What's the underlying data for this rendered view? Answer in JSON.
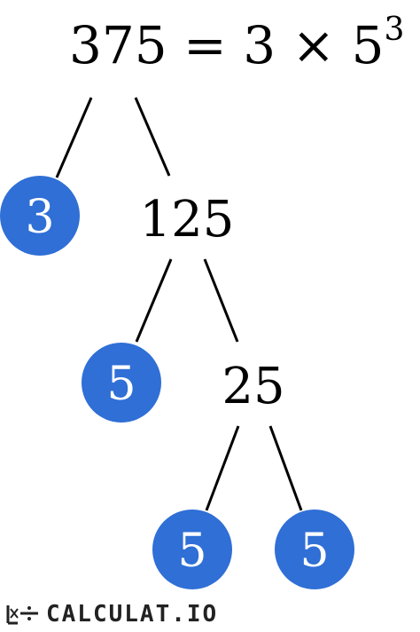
{
  "equation": {
    "number": "375",
    "equals": "=",
    "factor": "3",
    "times": "×",
    "base": "5",
    "exponent": "3"
  },
  "tree": {
    "root": "375",
    "level1_prime": "3",
    "level1_composite": "125",
    "level2_prime": "5",
    "level2_composite": "25",
    "level3_prime_left": "5",
    "level3_prime_right": "5"
  },
  "colors": {
    "prime_fill": "#2f6fd6",
    "prime_text": "#ffffff",
    "line": "#000000"
  },
  "logo": {
    "text": "CALCULAT.IO"
  }
}
